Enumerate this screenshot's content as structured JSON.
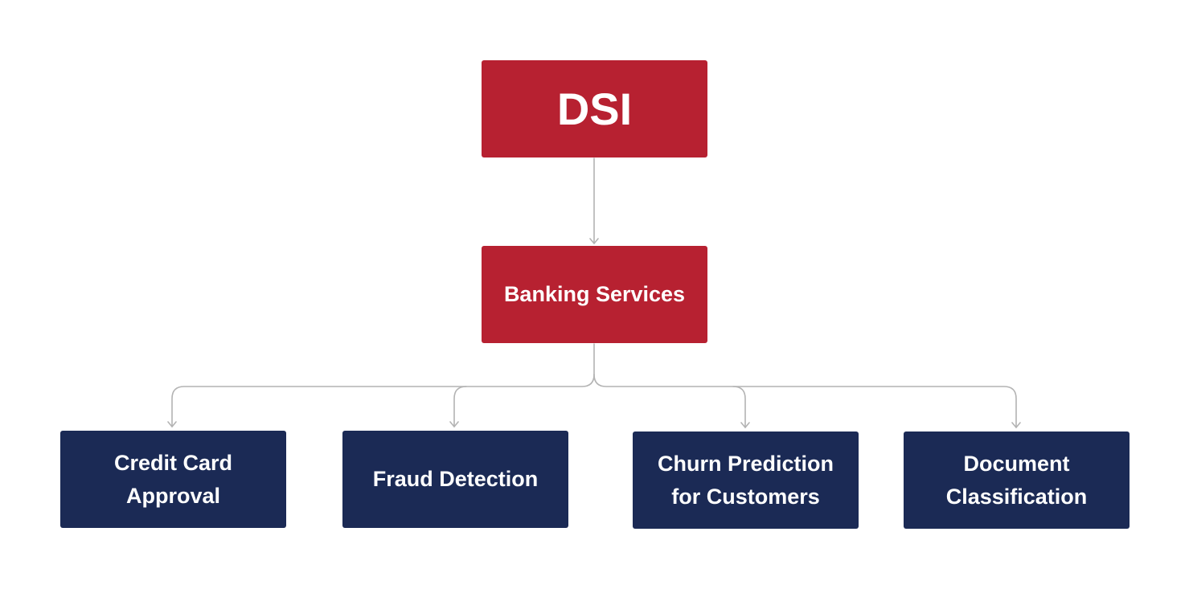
{
  "colors": {
    "primary_box": "#b72131",
    "secondary_box": "#1b2a55",
    "connector": "#b3b3b3",
    "text": "#ffffff"
  },
  "diagram": {
    "root": {
      "label": "DSI"
    },
    "branch": {
      "label": "Banking Services"
    },
    "leaves": [
      {
        "line1": "Credit Card",
        "line2": "Approval"
      },
      {
        "line1": "Fraud Detection"
      },
      {
        "line1": "Churn Prediction",
        "line2": "for Customers"
      },
      {
        "line1": "Document",
        "line2": "Classification"
      }
    ]
  }
}
